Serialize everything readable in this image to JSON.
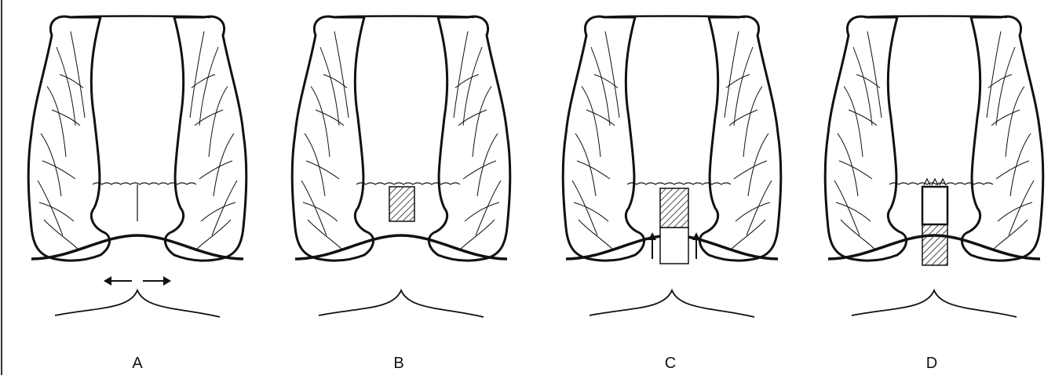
{
  "panels": [
    {
      "id": "A",
      "label": "A",
      "variant": "incision"
    },
    {
      "id": "B",
      "label": "B",
      "variant": "block"
    },
    {
      "id": "C",
      "label": "C",
      "variant": "advance"
    },
    {
      "id": "D",
      "label": "D",
      "variant": "inverted"
    }
  ],
  "colors": {
    "ink": "#111111",
    "paper": "#ffffff",
    "hatch": "#222222"
  }
}
